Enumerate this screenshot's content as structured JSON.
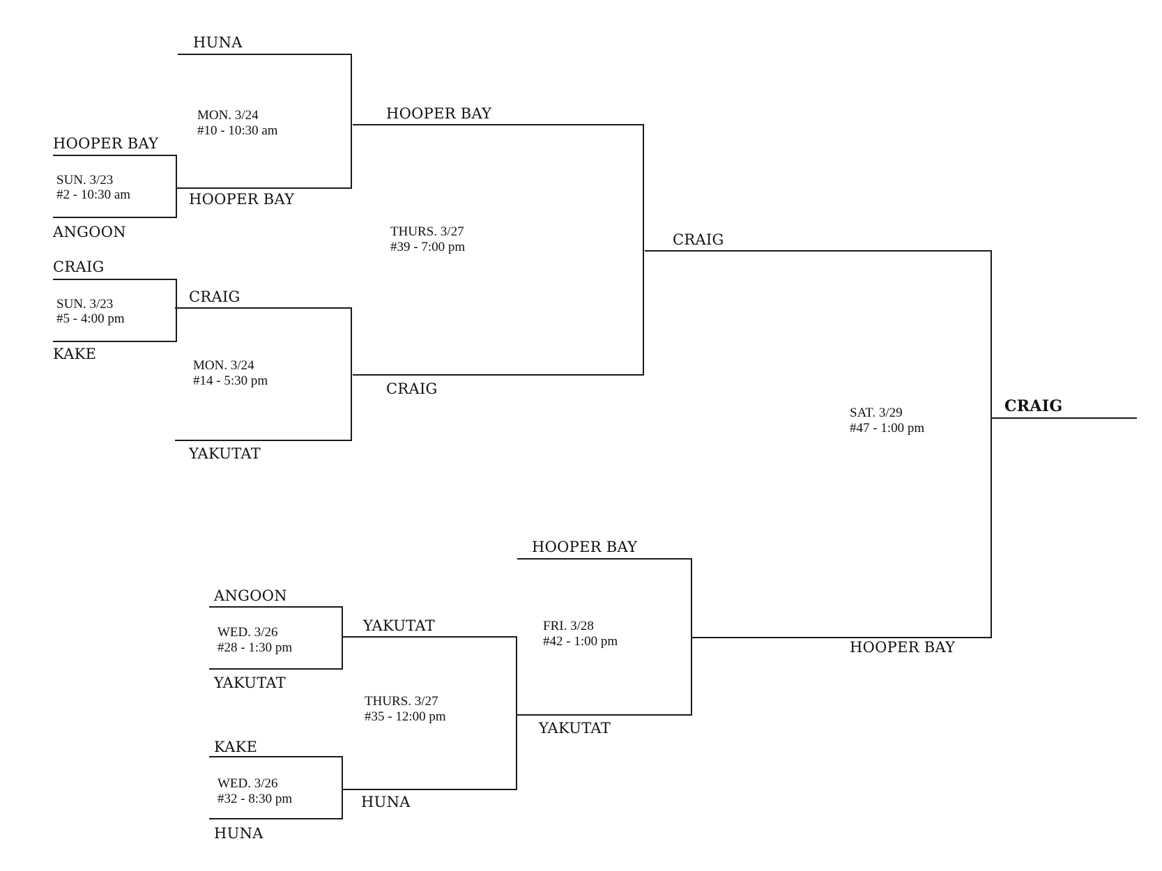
{
  "games": {
    "g2": {
      "top_team": "HOOPER BAY",
      "bottom_team": "ANGOON",
      "date": "SUN. 3/23",
      "game": "#2 - 10:30 am",
      "winner": "HOOPER BAY"
    },
    "g5": {
      "top_team": "CRAIG",
      "bottom_team": "KAKE",
      "date": "SUN. 3/23",
      "game": "#5 - 4:00 pm",
      "winner": "CRAIG"
    },
    "g10": {
      "top_team": "HUNA",
      "bottom_team": "HOOPER BAY",
      "date": "MON. 3/24",
      "game": "#10 - 10:30 am",
      "winner": "HOOPER BAY"
    },
    "g14": {
      "top_team": "CRAIG",
      "bottom_team": "YAKUTAT",
      "date": "MON. 3/24",
      "game": "#14 - 5:30 pm",
      "winner": "CRAIG"
    },
    "g39": {
      "top_team": "HOOPER BAY",
      "bottom_team": "CRAIG",
      "date": "THURS. 3/27",
      "game": "#39 - 7:00 pm",
      "winner": "CRAIG"
    },
    "g28": {
      "top_team": "ANGOON",
      "bottom_team": "YAKUTAT",
      "date": "WED. 3/26",
      "game": "#28 - 1:30 pm",
      "winner": "YAKUTAT"
    },
    "g32": {
      "top_team": "KAKE",
      "bottom_team": "HUNA",
      "date": "WED. 3/26",
      "game": "#32 - 8:30 pm",
      "winner": "HUNA"
    },
    "g35": {
      "top_team": "YAKUTAT",
      "bottom_team": "HUNA",
      "date": "THURS. 3/27",
      "game": "#35 - 12:00 pm",
      "winner": "YAKUTAT"
    },
    "g42": {
      "top_team": "HOOPER BAY",
      "bottom_team": "YAKUTAT",
      "date": "FRI. 3/28",
      "game": "#42 - 1:00 pm",
      "winner": "HOOPER BAY"
    },
    "g47": {
      "top_team": "CRAIG",
      "bottom_team": "HOOPER BAY",
      "date": "SAT. 3/29",
      "game": "#47 - 1:00 pm",
      "winner": "CRAIG"
    }
  },
  "champion": "CRAIG"
}
